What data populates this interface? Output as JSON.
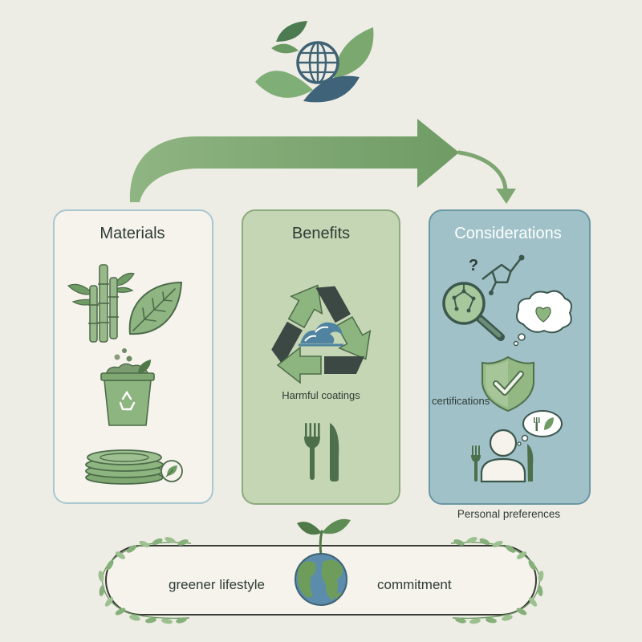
{
  "logo": {
    "icon": "globe-with-leaves-icon"
  },
  "flow": {
    "arrow_icon": "curved-arrow-right-icon",
    "down_arrow_icon": "arrow-down-icon"
  },
  "panels": [
    {
      "title": "Materials",
      "icons": [
        "bamboo-icon",
        "leaf-icon",
        "compost-bin-icon",
        "stacked-plates-icon",
        "leaf-badge-icon"
      ],
      "fill": "#f5f3ec",
      "border": "#a8c7d0"
    },
    {
      "title": "Benefits",
      "caption": "Harmful coatings",
      "icons": [
        "recycle-icon",
        "ocean-wave-icon",
        "fork-knife-icon"
      ],
      "fill": "#c5d6b4",
      "border": "#8aab7c"
    },
    {
      "title": "Considerations",
      "question_mark": "?",
      "caption": "certifications",
      "icons": [
        "magnifier-molecule-icon",
        "heart-thought-bubble-icon",
        "shield-check-icon",
        "person-dining-icon"
      ],
      "fill": "#a0c1c8",
      "border": "#6a97a4"
    }
  ],
  "footnote": "Personal preferences",
  "banner": {
    "left_text": "greener lifestyle",
    "right_text": "commitment",
    "icon": "earth-sprout-icon"
  },
  "colors": {
    "background": "#eeede5",
    "arrow_green": "#7ea672",
    "dark_green": "#4d6b4a",
    "navy": "#3f6274",
    "text": "#2f3b36",
    "title_light": "#ffffff"
  }
}
